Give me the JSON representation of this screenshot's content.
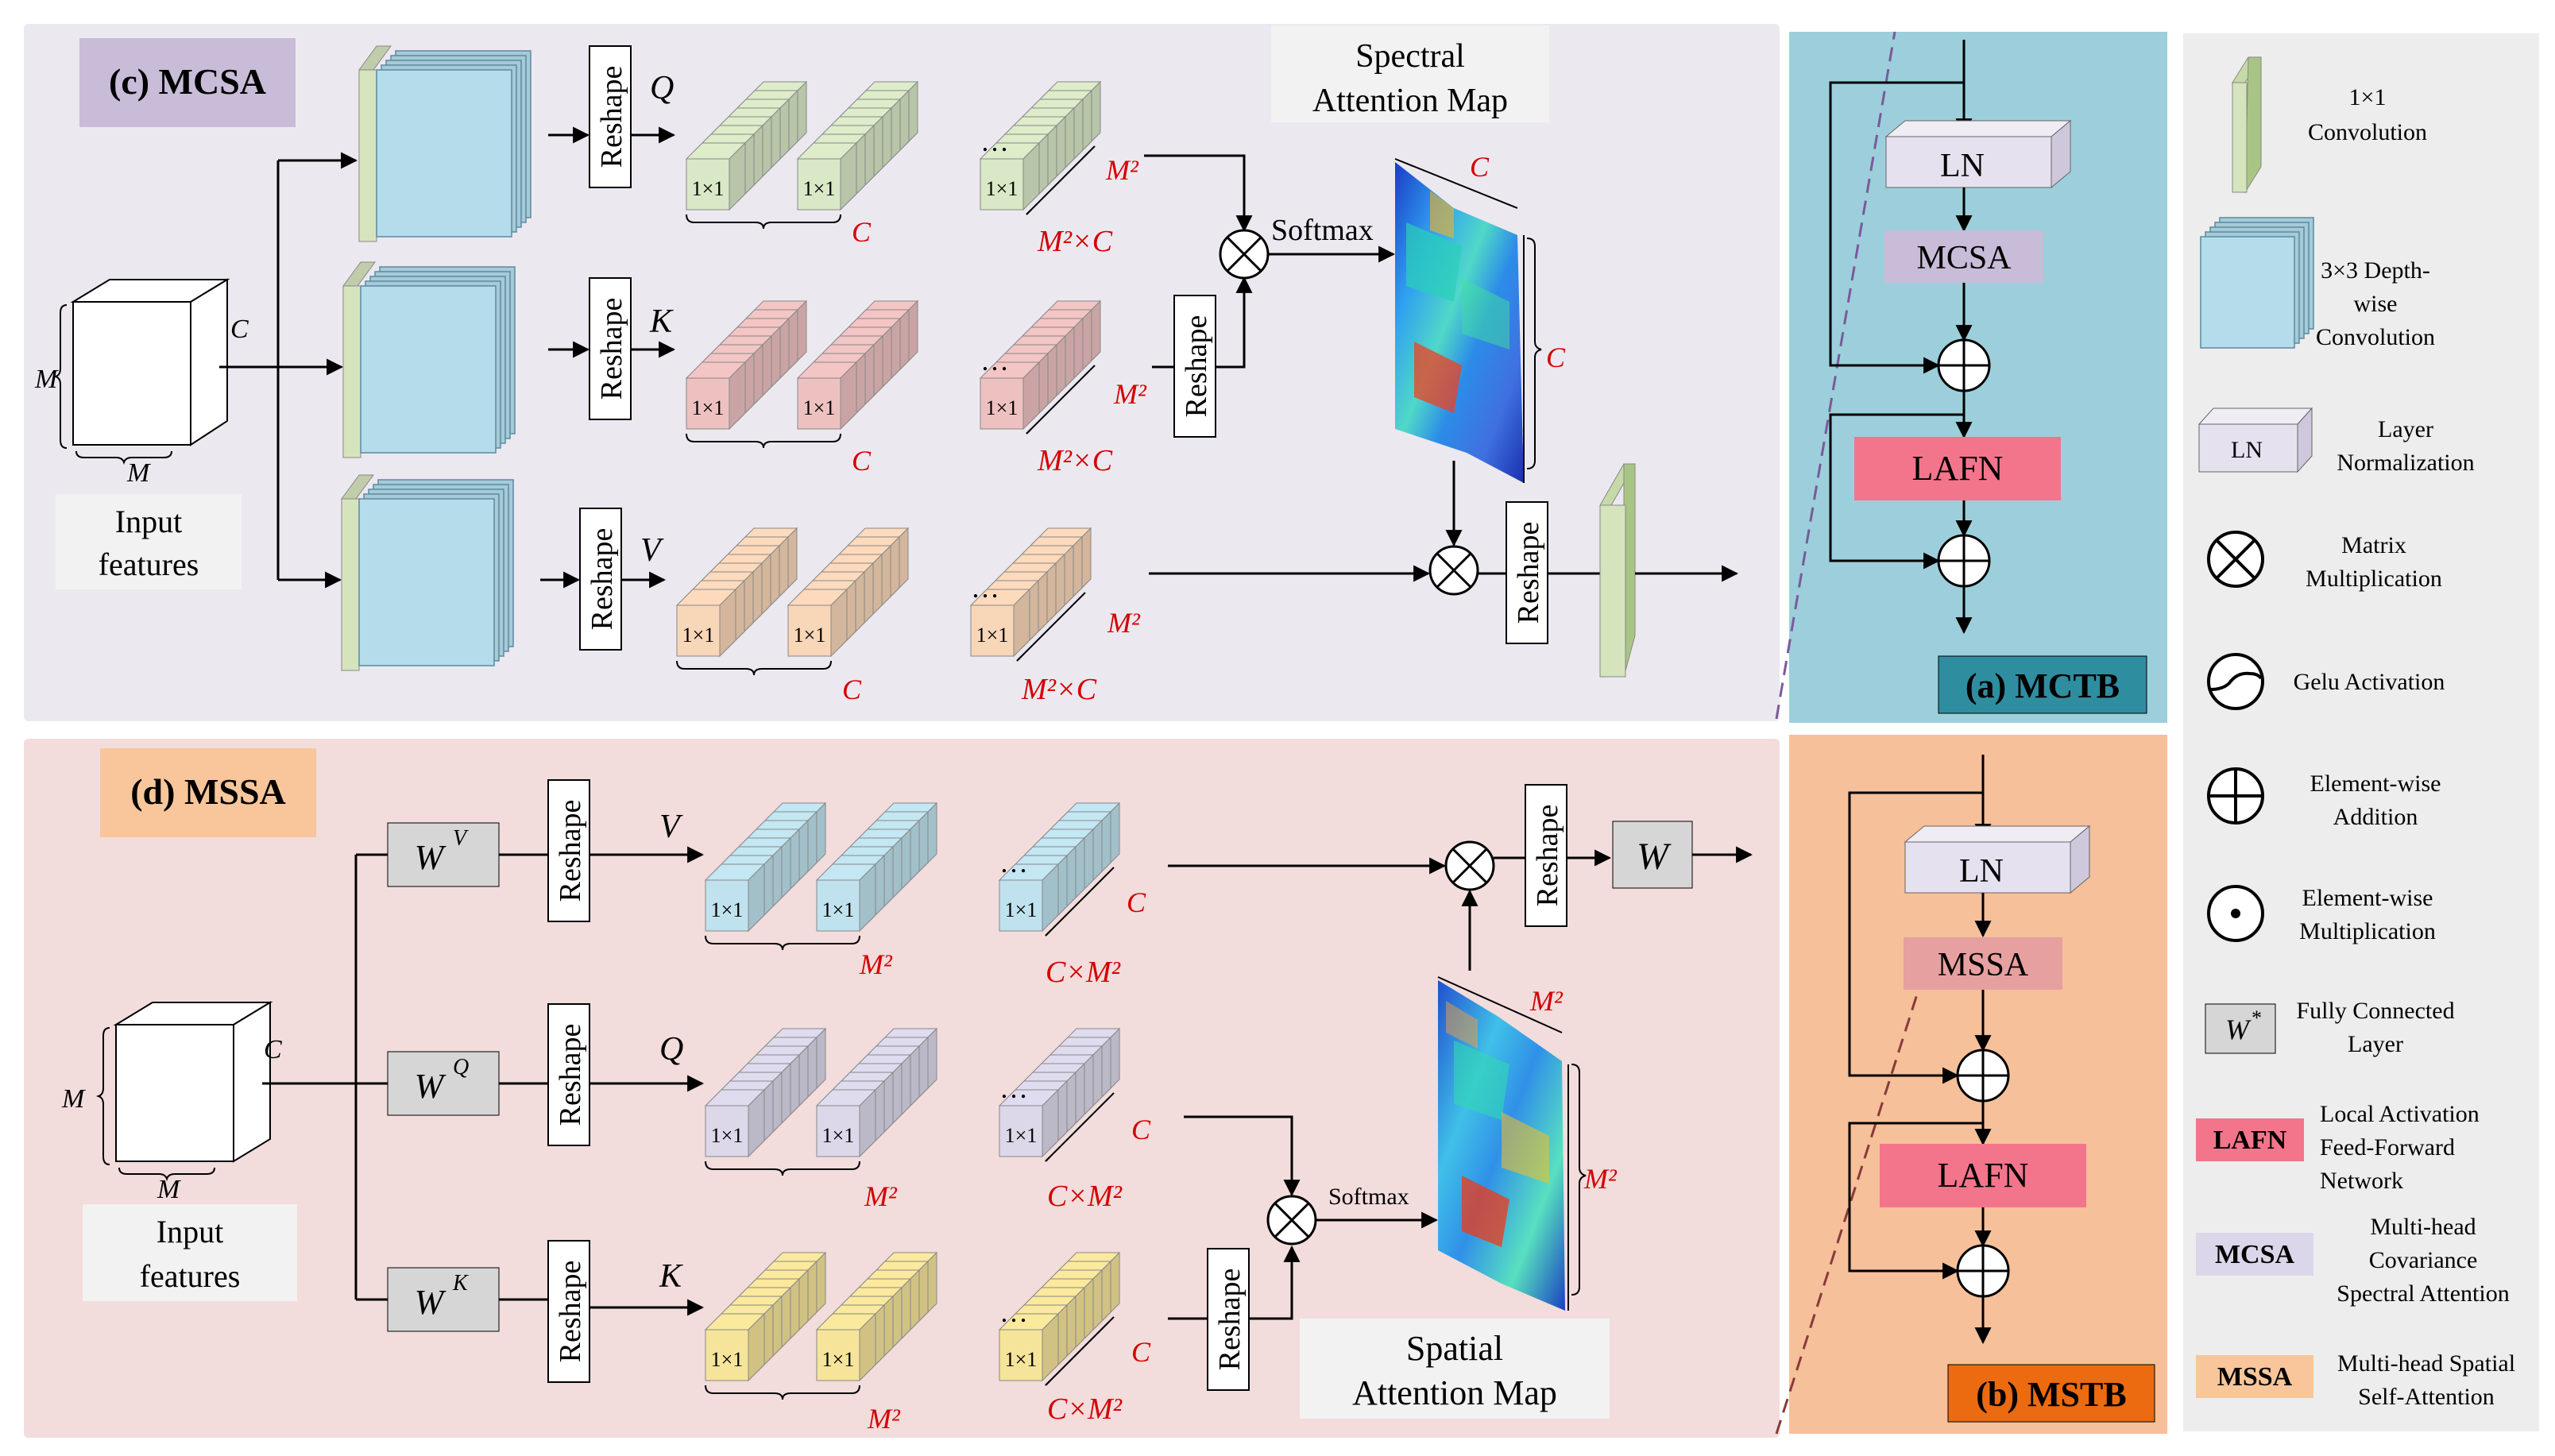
{
  "colors": {
    "mcsa_bg": "#ece8f0",
    "mssa_bg": "#f2dcdc",
    "mctb_bg": "#9ccfdb",
    "mstb_bg": "#f5c09a",
    "legend_bg": "#ededed",
    "conv1x1": "#d6e4bd",
    "dw3x3": "#b4dcea",
    "ln": "#e6e1ef",
    "mcsa_tag": "#c8bcd8",
    "mssa_tag": "#f8c69a",
    "lafn": "#f3758c",
    "fc": "#d6d6d6",
    "q_green": "#d9e8c6",
    "k_pink": "#eec1c1",
    "v_peach": "#f8d6b8",
    "mssa_v_blue": "#bfe2ee",
    "mssa_q_lavender": "#dcd8ea",
    "mssa_k_yellow": "#f6e49a",
    "math_red": "#d40000"
  },
  "mcsa": {
    "title": "(c) MCSA",
    "input_dims": {
      "c": "C",
      "m_side": "M",
      "m_bottom": "M"
    },
    "input_label_1": "Input",
    "input_label_2": "features",
    "reshape": "Reshape",
    "q": "Q",
    "k": "K",
    "v": "V",
    "cell": "1×1",
    "ellipsis": "…",
    "m2": "M²",
    "c": "C",
    "m2c": "M²×C",
    "softmax": "Softmax",
    "map_title_1": "Spectral",
    "map_title_2": "Attention Map",
    "map_c_top": "C",
    "map_c_side": "C"
  },
  "mssa": {
    "title": "(d) MSSA",
    "input_dims": {
      "c": "C",
      "m_side": "M",
      "m_bottom": "M"
    },
    "input_label_1": "Input",
    "input_label_2": "features",
    "w_v": "W",
    "w_v_sup": "V",
    "w_q": "W",
    "w_q_sup": "Q",
    "w_k": "W",
    "w_k_sup": "K",
    "w_out": "W",
    "reshape": "Reshape",
    "v": "V",
    "q": "Q",
    "k": "K",
    "cell": "1×1",
    "ellipsis": "…",
    "m2": "M²",
    "c": "C",
    "cm2": "C×M²",
    "softmax": "Softmax",
    "map_title_1": "Spatial",
    "map_title_2": "Attention Map",
    "map_m2_top": "M²",
    "map_m2_side": "M²"
  },
  "mctb": {
    "ln": "LN",
    "attn": "MCSA",
    "lafn": "LAFN",
    "title": "(a) MCTB"
  },
  "mstb": {
    "ln": "LN",
    "attn": "MSSA",
    "lafn": "LAFN",
    "title": "(b) MSTB"
  },
  "legend": {
    "conv1x1_1": "1×1",
    "conv1x1_2": "Convolution",
    "dw_1": "3×3 Depth-",
    "dw_2": "wise",
    "dw_3": "Convolution",
    "ln_icon": "LN",
    "ln_1": "Layer",
    "ln_2": "Normalization",
    "matmul_1": "Matrix",
    "matmul_2": "Multiplication",
    "gelu": "Gelu Activation",
    "add_1": "Element-wise",
    "add_2": "Addition",
    "mul_1": "Element-wise",
    "mul_2": "Multiplication",
    "fc_icon": "W",
    "fc_icon_sup": "*",
    "fc_1": "Fully Connected",
    "fc_2": "Layer",
    "lafn_tag": "LAFN",
    "lafn_1": "Local Activation",
    "lafn_2": "Feed-Forward",
    "lafn_3": "Network",
    "mcsa_tag": "MCSA",
    "mcsa_1": "Multi-head",
    "mcsa_2": "Covariance",
    "mcsa_3": "Spectral Attention",
    "mssa_tag": "MSSA",
    "mssa_1": "Multi-head Spatial",
    "mssa_2": "Self-Attention"
  }
}
